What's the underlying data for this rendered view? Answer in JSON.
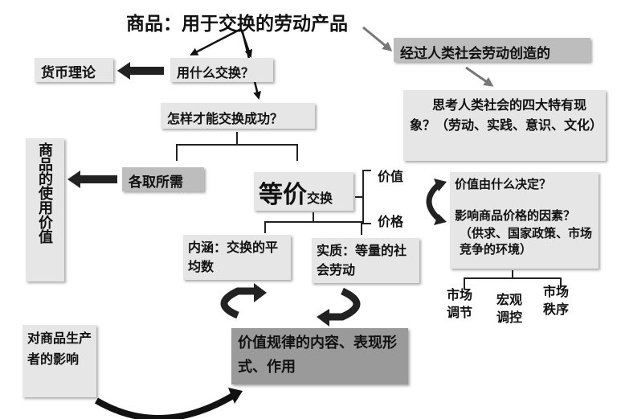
{
  "title": "商品：用于交换的劳动产品",
  "box_labor": "经过人类社会劳动创造的",
  "box_think": "思考人类社会的四大特有现象？（劳动、实践、意识、文化）",
  "box_money": "货币理论",
  "q_what_exchange": "用什么交换？",
  "q_how_success": "怎样才能交换成功？",
  "use_value": "商品的使用价值",
  "each_need": "各取所需",
  "equal_big": "等价",
  "equal_small": "交换",
  "value_label": "价值",
  "price_label": "价格",
  "q_value_decided": "价值由什么决定？",
  "q_price_factors": "影响商品价格的因素？",
  "price_factors_detail": "（供求、国家政策、市场竞争的环境）",
  "connotation": "内涵：交换的平均数",
  "essence": "实质：等量的社会劳动",
  "market_adjust": "市场调节",
  "macro_control": "宏观调控",
  "market_order": "市场秩序",
  "producer_effect": "对商品生产者的影响",
  "law_of_value": "价值规律的内容、表现形式、作用"
}
